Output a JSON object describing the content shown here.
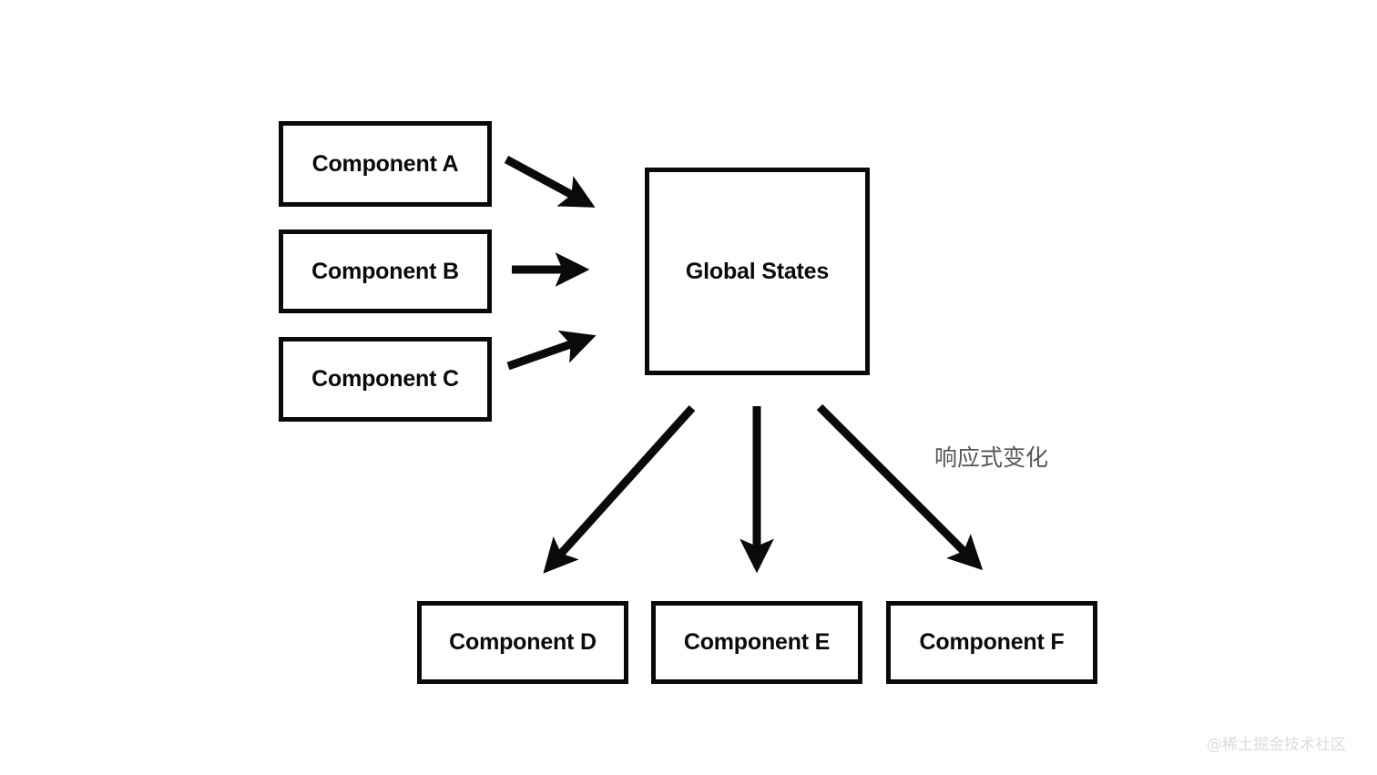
{
  "diagram": {
    "title_text": "Global States",
    "nodes": [
      {
        "id": "a",
        "label": "Component A"
      },
      {
        "id": "b",
        "label": "Component B"
      },
      {
        "id": "c",
        "label": "Component C"
      },
      {
        "id": "global",
        "label": "Global States"
      },
      {
        "id": "d",
        "label": "Component D"
      },
      {
        "id": "e",
        "label": "Component E"
      },
      {
        "id": "f",
        "label": "Component F"
      }
    ],
    "annotation": "响应式变化",
    "watermark": "@稀土掘金技术社区",
    "colors": {
      "stroke": "#0a0a0a",
      "fill": "#ffffff",
      "annotation": "#565656",
      "watermark": "#dcdcdc"
    },
    "edges": [
      {
        "from": "a",
        "to": "global",
        "direction": "down-right"
      },
      {
        "from": "b",
        "to": "global",
        "direction": "right"
      },
      {
        "from": "c",
        "to": "global",
        "direction": "up-right"
      },
      {
        "from": "global",
        "to": "d",
        "direction": "down-left"
      },
      {
        "from": "global",
        "to": "e",
        "direction": "down"
      },
      {
        "from": "global",
        "to": "f",
        "direction": "down-right"
      }
    ]
  }
}
